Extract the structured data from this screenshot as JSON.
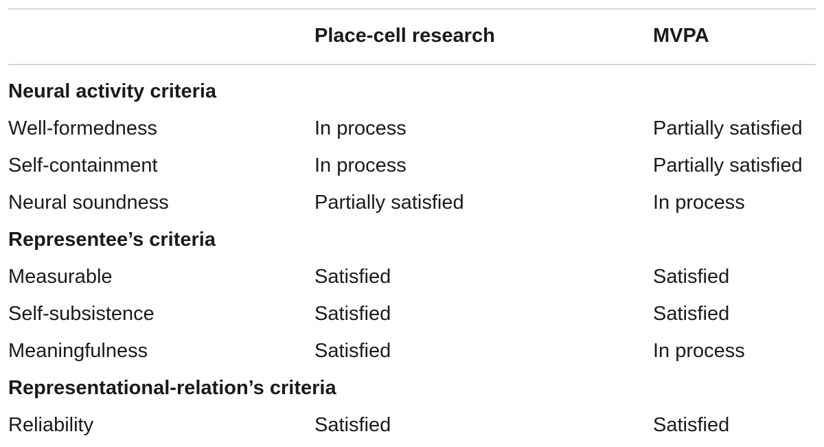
{
  "table": {
    "columns": [
      "",
      "Place-cell research",
      "MVPA"
    ],
    "sections": [
      {
        "title": "Neural activity criteria",
        "rows": [
          [
            "Well-formedness",
            "In process",
            "Partially satisfied"
          ],
          [
            "Self-containment",
            "In process",
            "Partially satisfied"
          ],
          [
            "Neural soundness",
            "Partially satisfied",
            "In process"
          ]
        ]
      },
      {
        "title": "Representee’s criteria",
        "rows": [
          [
            "Measurable",
            "Satisfied",
            "Satisfied"
          ],
          [
            "Self-subsistence",
            "Satisfied",
            "Satisfied"
          ],
          [
            "Meaningfulness",
            "Satisfied",
            "In process"
          ]
        ]
      },
      {
        "title": "Representational-relation’s criteria",
        "rows": [
          [
            "Reliability",
            "Satisfied",
            "Satisfied"
          ]
        ]
      }
    ]
  }
}
